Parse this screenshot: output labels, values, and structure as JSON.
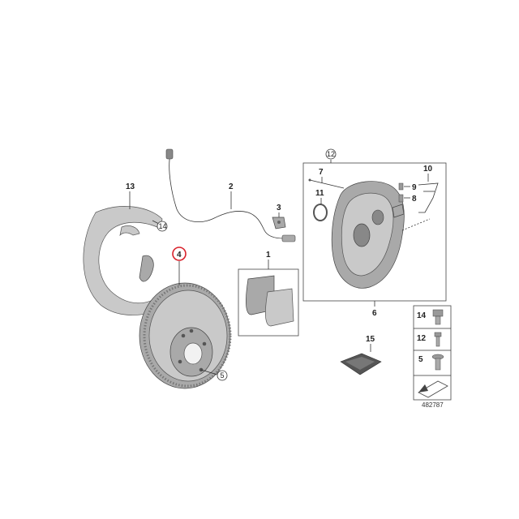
{
  "diagram": {
    "callouts": {
      "pads": "1",
      "sensor": "2",
      "bracket": "3",
      "disc": "4",
      "bolt_disc": "5",
      "caliper_group": "6",
      "bleeder": "7",
      "cap": "8",
      "screw": "9",
      "spring": "10",
      "seal": "11",
      "caliper_ring": "12",
      "shield": "13",
      "shield_ring": "14",
      "paste": "15"
    },
    "legend": [
      {
        "num": "14"
      },
      {
        "num": "12"
      },
      {
        "num": "5"
      }
    ],
    "image_number": "482787",
    "highlight_color": "#d9202a"
  }
}
